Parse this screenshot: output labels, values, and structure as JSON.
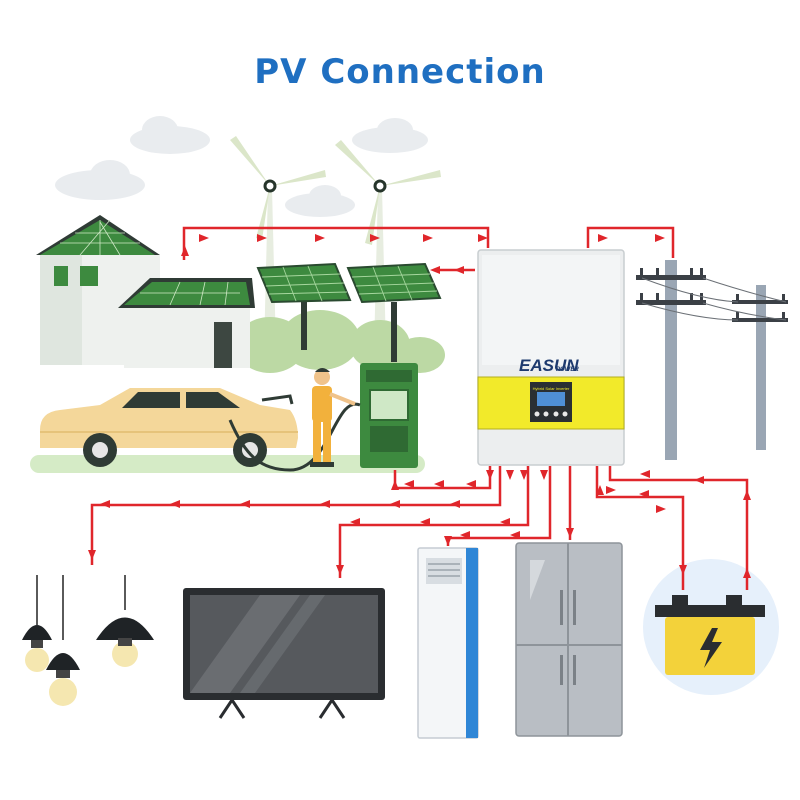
{
  "title": "PV Connection",
  "inverter": {
    "brand": "EASUN",
    "brand_sub": "POWER",
    "model_label": "Hybrid Solar Inverter"
  },
  "colors": {
    "title": "#1f6fc1",
    "flow_line": "#e0262b",
    "panel_green": "#3d8a3f",
    "inverter_yellow": "#f2ea2a",
    "battery_yellow": "#f3d23a"
  }
}
